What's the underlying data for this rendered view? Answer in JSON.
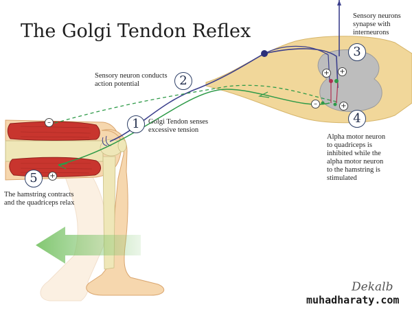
{
  "title": "The Golgi Tendon Reflex",
  "steps": [
    {
      "number": "1",
      "text": [
        "Golgi Tendon senses",
        "excessive tension"
      ]
    },
    {
      "number": "2",
      "text": [
        "Sensory neuron conducts",
        "action potential"
      ]
    },
    {
      "number": "3",
      "text": [
        "Sensory neurons",
        "synapse with",
        "interneurons"
      ]
    },
    {
      "number": "4",
      "text": [
        "Alpha motor neuron",
        "to quadriceps is",
        "inhibited while the",
        "alpha motor neuron",
        "to the hamstring is",
        "stimulated"
      ]
    },
    {
      "number": "5",
      "text": [
        "The hamstring contracts",
        "and the quadriceps relax"
      ]
    }
  ],
  "signs": {
    "plus": "+",
    "minus": "–"
  },
  "watermark": "muhadharaty.com",
  "signature": "Dekalb",
  "colors": {
    "sensory_neuron": "#3b3f8c",
    "motor_neuron": "#2e9a48",
    "muscle": "#c8352e",
    "spinal_cord": "#f1d79a",
    "grey_matter": "#bdbdbd",
    "bone": "#efe7b8",
    "skin": "#f6d7ae",
    "arrow": "#7cc46a"
  }
}
